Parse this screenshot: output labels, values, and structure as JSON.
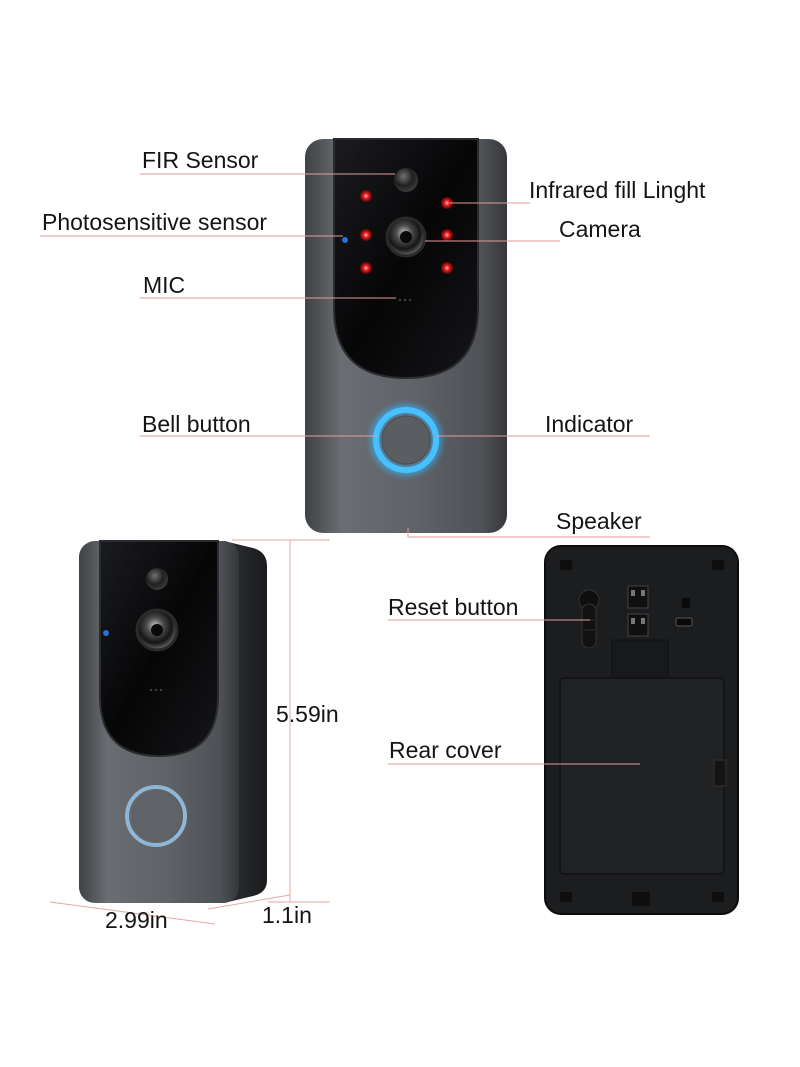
{
  "labels": {
    "fir_sensor": "FIR Sensor",
    "infrared_fill_light": "Infrared fill Linght",
    "photosensitive_sensor": "Photosensitive sensor",
    "camera": "Camera",
    "mic": "MIC",
    "bell_button": "Bell button",
    "indicator": "Indicator",
    "speaker": "Speaker",
    "reset_button": "Reset button",
    "rear_cover": "Rear cover"
  },
  "dimensions": {
    "height": "5.59in",
    "width": "2.99in",
    "depth": "1.1in"
  },
  "colors": {
    "body_gray": "#5d6064",
    "glass_black": "#0b0b0d",
    "ir_led_red": "#ff2424",
    "indicator_ring_blue": "#35b4ff",
    "back_plate": "#1c1d1f",
    "leader_line": "#e39a9a"
  }
}
